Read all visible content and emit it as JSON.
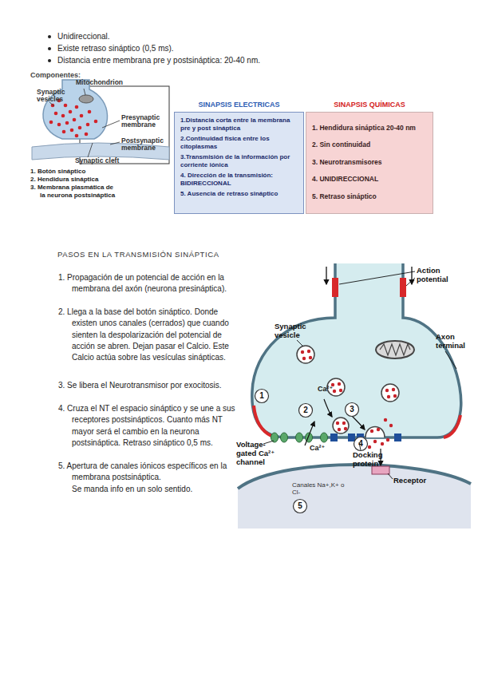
{
  "diagram": {
    "nodes": [
      {
        "text": [
          "SINAPSIS ELECTRICAS",
          "1.Distancia corta entre la membrana pre y post sináptica",
          "2.Continuidad física entre los citoplasmas",
          "3.Transmisión de la información por corriente iónica",
          "4. Dirección de la transmisión: BIDIRECCIONAL",
          "5. Ausencia de retraso sináptico"
        ]
      },
      {
        "text": [
          "SINAPSIS QUÍMICAS",
          "1. Hendidura sináptica 20-40 nm",
          "2. Sin continuidad",
          "3. Neurotransmisores",
          "4. UNIDIRECCIONAL",
          "5. Retraso sináptico"
        ]
      }
    ],
    "labels": [
      "Unidireccional.",
      "Existe retraso sináptico (0,5 ms).",
      "Distancia entre membrana pre y postsináptica: 20-40 nm.",
      "Componentes:",
      "Synaptic vesicles",
      "Mitochondrion",
      "Presynaptic membrane",
      "Postsynaptic membrane",
      "Synaptic cleft",
      "1. Botón sináptico",
      "2. Hendidura sináptica",
      "3. Membrana plasmática de la neurona postsináptica",
      "PASOS EN LA TRANSMISIÓN SINÁPTICA",
      "1. Propagación de un potencial de acción en la membrana del axón (neurona presináptica).",
      "2. Llega a la base del botón sináptico. Donde existen unos canales (cerrados) que cuando sienten la despolarización del potencial de acción se abren. Dejan pasar el Calcio. Este Calcio actúa sobre las vesículas sinápticas.",
      "3. Se libera el Neurotransmisor por exocitosis.",
      "4. Cruza el NT el espacio sináptico y se une a sus receptores postsinápticos. Cuanto más NT mayor será el cambio en la neurona postsináptica. Retraso sináptico 0,5 ms.",
      "5. Apertura de canales iónicos específicos en la membrana postsináptica.",
      "Se manda info en un solo sentido.",
      "Action potential",
      "Axon terminal",
      "Synaptic vesicle",
      "1",
      "2",
      "Ca²⁺",
      "3",
      "Ca²⁺",
      "4",
      "Voltage-gated Ca²⁺ channel",
      "Docking protein",
      "Receptor",
      "Canales Na+,K+ o Cl-",
      "5"
    ]
  }
}
